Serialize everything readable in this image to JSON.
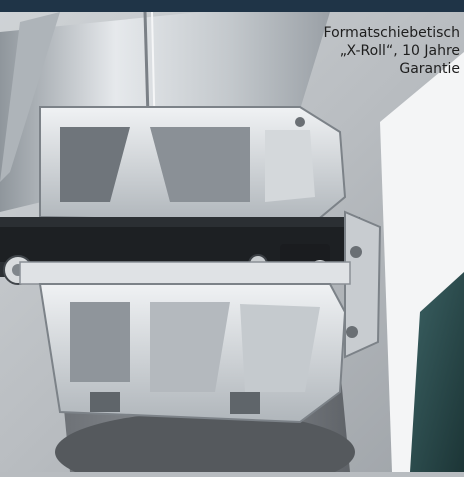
{
  "caption": {
    "line1": "Formatschiebetisch",
    "line2": "„X-Roll“, 10 Jahre",
    "line3": "Garantie"
  },
  "photo": {
    "subject": "extruded aluminium sliding-table profile cross-section with roller bearings",
    "palette": {
      "header": "#1f3447",
      "background": "#b8bcc0",
      "aluminium_light": "#e4e7ea",
      "aluminium_mid": "#b5bbc0",
      "shadow": "#2b2f33",
      "base_grey": "#7d8186",
      "machine_teal": "#25474a"
    }
  }
}
